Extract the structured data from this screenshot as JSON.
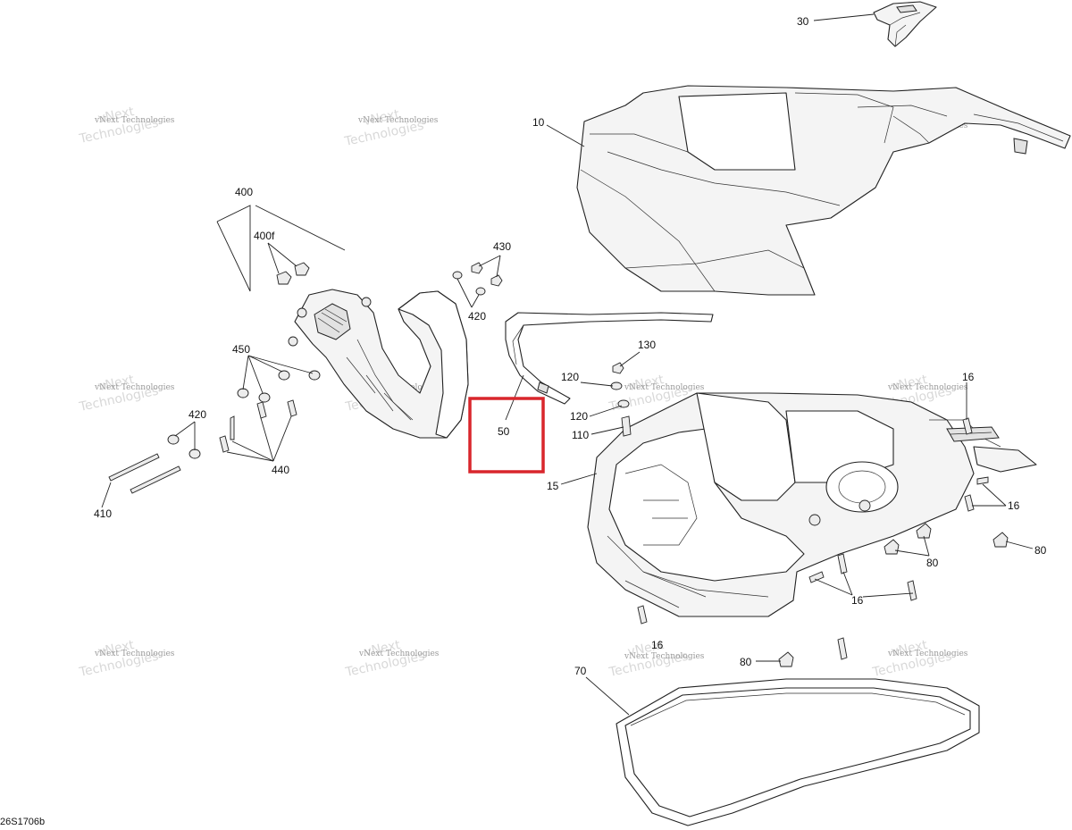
{
  "callouts": {
    "c30": "30",
    "c10": "10",
    "c400": "400",
    "c400f": "400f",
    "c430": "430",
    "c420a": "420",
    "c450": "450",
    "c420b": "420",
    "c440": "440",
    "c410": "410",
    "c50": "50",
    "c130": "130",
    "c120a": "120",
    "c120b": "120",
    "c110": "110",
    "c15": "15",
    "c16a": "16",
    "c16b": "16",
    "c16c": "16",
    "c16d": "16",
    "c80a": "80",
    "c80b": "80",
    "c80c": "80",
    "c70": "70"
  },
  "drawing_code": "26S1706b",
  "watermark": {
    "line1": "vNext",
    "line2": "Technologies",
    "line3": "vNext Technologies"
  },
  "highlight_color": "#d9262c"
}
